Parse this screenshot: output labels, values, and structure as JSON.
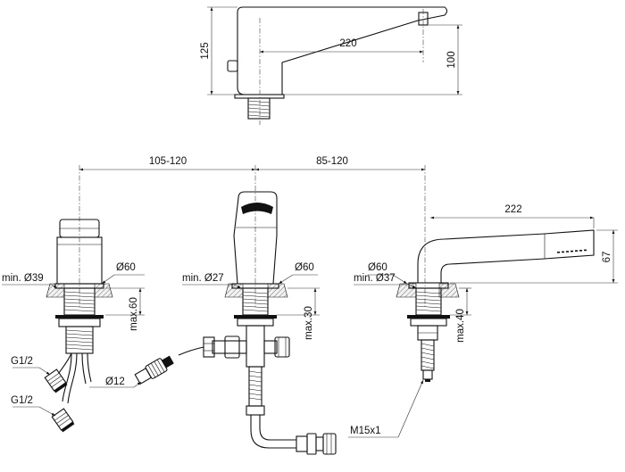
{
  "dimensions": {
    "top_height": "125",
    "top_reach": "220",
    "top_outlet_height": "100",
    "spacing_left": "105-120",
    "spacing_right": "85-120",
    "hand_shower_length": "222",
    "hand_shower_height": "67"
  },
  "left_valve": {
    "rosette": "Ø60",
    "hole": "min. Ø39",
    "deck_thickness": "max.60",
    "connection_upper": "G1/2",
    "connection_lower": "G1/2"
  },
  "center_spout": {
    "rosette": "Ø60",
    "hole": "min. Ø27",
    "deck_thickness": "max.30",
    "pipe": "Ø12"
  },
  "right_shower": {
    "rosette": "Ø60",
    "hole": "min. Ø37",
    "deck_thickness": "max.40",
    "hose_thread": "M15x1"
  }
}
